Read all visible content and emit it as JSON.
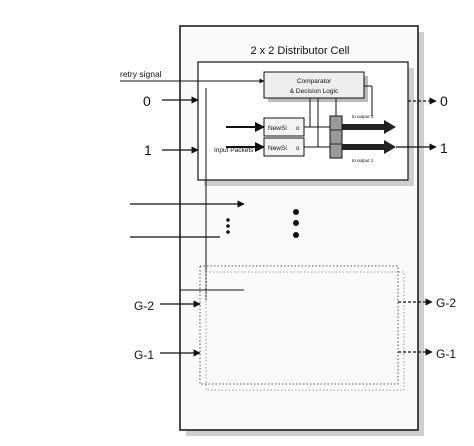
{
  "diagram": {
    "title": "2 x 2 Distributor Cell",
    "retry_label": "retry signal",
    "comparator_line1": "Comparator",
    "comparator_line2": "& Decision Logic",
    "input_packets_label": "Input Packets",
    "newsi_1": "NewSi",
    "newsi_2": "NewSi",
    "newsi_suffix": "o",
    "port_inputs": [
      "0",
      "1",
      "G-2",
      "G-1"
    ],
    "port_outputs": [
      "0",
      "1",
      "G-2",
      "G-1"
    ],
    "small_out_top": "to output 0",
    "small_out_bottom": "to output 1"
  },
  "colors": {
    "line": "#111111",
    "fill": "#f3f3f3",
    "shadow": "#cfcfcf",
    "dotted": "#555555"
  }
}
